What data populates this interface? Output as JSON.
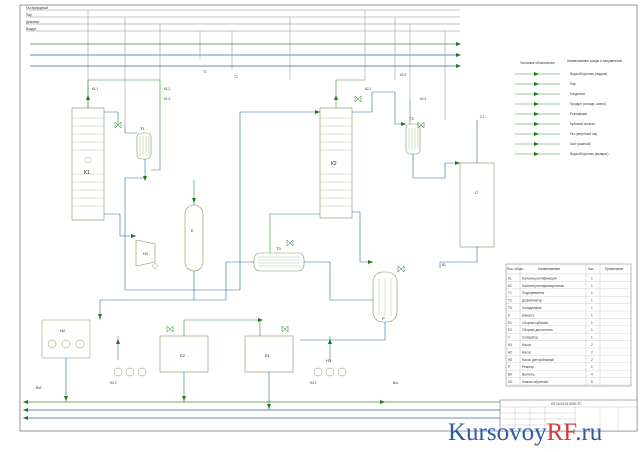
{
  "watermark": {
    "brand": "Kursovoy",
    "accent": "RF",
    "tld": ".ru"
  },
  "lines_left": [
    "Газ природный",
    "Пар",
    "Деминер.",
    "Воздух"
  ],
  "equipment": {
    "column1": "К1",
    "column2": "К2",
    "heater1": "Т1",
    "heater2": "Т2",
    "vessel": "Е",
    "separator": "С",
    "pump_station_1": "Н1",
    "tank_1": "Е2",
    "tank_2": "Е1",
    "exchanger": "Т3",
    "pump_cluster_left": "Н2",
    "pump_cluster_right": "Н3",
    "reactor_right": "Р"
  },
  "legend": {
    "title_left": "Условные обозначения",
    "title_right": "Наименование среды и направление",
    "rows": [
      "Вода оборотная (подача)",
      "Пар",
      "Конденсат",
      "Продукт (исходн. смесь)",
      "Ректификат",
      "Кубовый остаток",
      "Газ (инертный газ)",
      "Азот (сжатый)",
      "Вода оборотная (возврат)"
    ]
  },
  "spec_table": {
    "headers": [
      "Поз. обозн.",
      "Наименование",
      "Кол.",
      "Примечание"
    ],
    "rows": [
      [
        "К1",
        "Колонна ректификации",
        "1",
        ""
      ],
      [
        "К2",
        "Колонна ректификационная",
        "1",
        ""
      ],
      [
        "Т1",
        "Подогреватель",
        "1",
        ""
      ],
      [
        "Т2",
        "Дефлегматор",
        "1",
        ""
      ],
      [
        "Т3",
        "Холодильник",
        "1",
        ""
      ],
      [
        "Е",
        "Емкость",
        "1",
        ""
      ],
      [
        "Е1",
        "Сборник кубовый",
        "1",
        ""
      ],
      [
        "Е2",
        "Сборник дистиллята",
        "1",
        ""
      ],
      [
        "С",
        "Сепаратор",
        "1",
        ""
      ],
      [
        "Н1",
        "Насос",
        "2",
        ""
      ],
      [
        "Н2",
        "Насос",
        "2",
        ""
      ],
      [
        "Н3",
        "Насос центробежный",
        "2",
        ""
      ],
      [
        "Р",
        "Реактор",
        "1",
        ""
      ],
      [
        "ВХ",
        "Вентиль",
        "4",
        ""
      ],
      [
        "КО",
        "Клапан обратный",
        "6",
        ""
      ]
    ]
  },
  "title_block": {
    "code": "КП 18.03.01.0000 ТС"
  },
  "colors": {
    "frame": "#7a7a7a",
    "line_water": "#2a6aa8",
    "line_green": "#3a8a3a",
    "line_gray": "#8a8a8a",
    "arrow": "#1e7a1e",
    "equipment": "#7a9a5a"
  }
}
